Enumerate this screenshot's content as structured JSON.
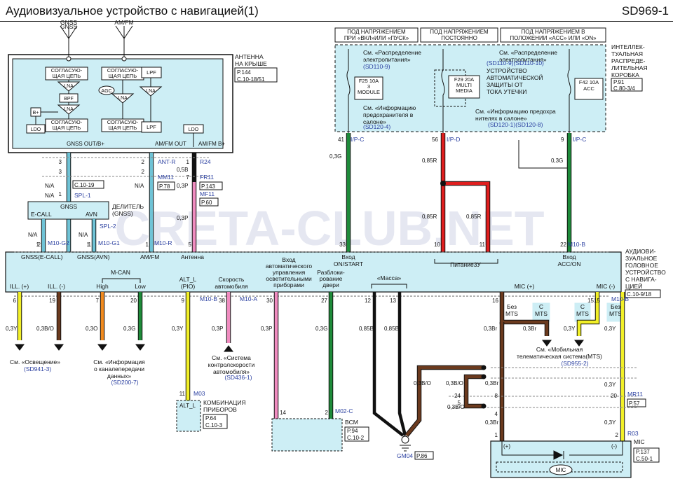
{
  "header": {
    "title": "Аудиовизуальное устройство с навигацией(1)",
    "code": "SD969-1"
  },
  "antennas": {
    "gnss": "GNSS",
    "amfm": "AM/FM"
  },
  "roof_antenna": {
    "label": [
      "АНТЕННА",
      "НА КРЫШЕ"
    ],
    "ref1": "P.144",
    "ref2": "C.10-18/51",
    "match1": [
      "СОГЛАСУЮ-",
      "ЩАЯ ЦЕПЬ"
    ],
    "lna": "LNA",
    "bpf": "BPF",
    "bplus": "B+",
    "ldo": "LDO",
    "agc": "AGC",
    "lpf": "LPF",
    "out_gnss": "GNSS OUT/B+",
    "out_amfm": "AM/FM OUT",
    "out_amfmb": "AM/FM B+"
  },
  "fuse_box": {
    "label": [
      "ИНТЕЛЛЕК-",
      "ТУАЛЬНАЯ",
      "РАСПРЕДЕ-",
      "ЛИТЕЛЬНАЯ",
      "КОРОБКА"
    ],
    "ref1": "P.91",
    "ref2": "C.80-3/4",
    "hdr1": [
      "ПОД НАПРЯЖЕНИЕМ",
      "ПРИ «ВКЛ»ИЛИ «ПУСК»"
    ],
    "hdr2": [
      "ПОД НАПРЯЖЕНИЕМ",
      "ПОСТОЯННО"
    ],
    "hdr3": [
      "ПОД НАПРЯЖЕНИЕМ В",
      "ПОЛОЖЕНИИ «ACC» ИЛИ «ON»"
    ],
    "see1": [
      "См. «Распределение",
      "электропитания»"
    ],
    "see1ref": "(SD110-9)",
    "see2": [
      "См. «Распределение",
      "электропитания»"
    ],
    "see2ref": "(SD110-9)(SD110-10)",
    "see3": [
      "См. «Информацию",
      "предохранителя в",
      "салоне»"
    ],
    "see3ref": "(SD120-4)",
    "see4": [
      "См. «Информацию предохра",
      "нителях в салоне»"
    ],
    "see4ref": "(SD120-1)(SD120-8)",
    "leak": [
      "УСТРОЙСТВО",
      "АВТОМАТИЧЕСКОЙ",
      "ЗАЩИТЫ ОТ",
      "ТОКА УТЕЧКИ"
    ],
    "f25": [
      "F25 10A",
      "3",
      "MODULE"
    ],
    "f29": [
      "F29 20A",
      "MULTI",
      "MEDIA"
    ],
    "f42": [
      "F42 10A",
      "ACC"
    ],
    "p41": "41",
    "ipc": "I/P-C",
    "p56": "56",
    "ipd": "I/P-D",
    "p9": "9"
  },
  "wires": {
    "g03": "0,3G",
    "r085": "0,85R",
    "w05": "0,5B",
    "p03": "0,3P",
    "y03": "0,3Y",
    "o03": "0,3O",
    "bo03": "0,3B/O",
    "b085": "0,85B",
    "br03": "0,3Br",
    "na": "N/A"
  },
  "connectors": {
    "antr": "ANT-R",
    "mm11": "MM11",
    "p78": "P.78",
    "r24": "R24",
    "fr11": "FR11",
    "p143": "P.143",
    "mf11": "MF11",
    "p60": "P.60",
    "c1019": "C.10-19",
    "spl1": "SPL-1",
    "spl2": "SPL-2",
    "m10g2": "M10-G2",
    "m10g1": "M10-G1",
    "m10r": "M10-R",
    "m10b": "M10-B",
    "m10a": "M10-A",
    "m10b2": "M10-B",
    "n3": "3",
    "n2": "2",
    "n1": "1",
    "n7": "7",
    "n5": "5"
  },
  "splitter": {
    "title": "GNSS",
    "ecall": "E-CALL",
    "avn": "AVN",
    "label": [
      "ДЕЛИТЕЛЬ",
      "(GNSS)"
    ]
  },
  "head_unit": {
    "label": [
      "АУДИОВИ-",
      "ЗУАЛЬНОЕ",
      "ГОЛОВНОЕ",
      "УСТРОЙСТВО",
      "С НАВИГА-",
      "ЦИЕЙ"
    ],
    "ref": "C.10-9/18",
    "gnss_ecall": "GNSS(E-CALL)",
    "gnss_avn": "GNSS(AVN)",
    "amfm": "AM/FM",
    "antenna": "Антенна",
    "on_start": [
      "Вход",
      "ON/START"
    ],
    "power": "Питание3У",
    "acc_on": [
      "Вход",
      "ACC/ON"
    ],
    "pins_top": [
      "2",
      "1",
      "1",
      "5",
      "33",
      "10",
      "11",
      "22"
    ],
    "ill_p": "ILL. (+)",
    "ill_m": "ILL. (-)",
    "mcan": "M-CAN",
    "high": "High",
    "low": "Low",
    "alt": [
      "ALT_L",
      "(PIO)"
    ],
    "speed": [
      "Скорость",
      "автомобиля"
    ],
    "dimmer": [
      "Вход",
      "автоматического",
      "управления",
      "осветительными",
      "приборами"
    ],
    "door": [
      "Разблоки-",
      "рование",
      "двери"
    ],
    "mass": "«Масса»",
    "mic_p": "MIC (+)",
    "mic_m": "MIC (-)",
    "pins_bot": [
      "6",
      "19",
      "7",
      "20",
      "9",
      "38",
      "30",
      "27",
      "12",
      "13",
      "16",
      "15"
    ]
  },
  "refs": {
    "light": [
      "См. «Освещение»"
    ],
    "light_ref": "(SD941-3)",
    "can": [
      "См. «Информация",
      "о каналепередачи",
      "данных»"
    ],
    "can_ref": "(SD200-7)",
    "speedsys": [
      "См. «Система",
      "контролскорости",
      "автомобиля»"
    ],
    "speed_ref": "(SD436-1)",
    "mts": [
      "См. «Мобильная",
      "телематическая система(MTS)"
    ],
    "mts_ref": "(SD955-2)",
    "no_mts": [
      "Без",
      "MTS"
    ],
    "with_mts": [
      "С",
      "MTS"
    ]
  },
  "cluster": {
    "name": [
      "КОМБИНАЦИЯ",
      "ПРИБОРОВ"
    ],
    "pin": "11",
    "conn": "M03",
    "signal": "ALT_L",
    "ref1": "P.64",
    "ref2": "C.10-3"
  },
  "bcm": {
    "name": "BCM",
    "pin14": "14",
    "pin2": "2",
    "conn": "M02-C",
    "ref1": "P.94",
    "ref2": "C.10-2"
  },
  "ground": {
    "name": "GM04",
    "ref": "P.86"
  },
  "mic": {
    "name": "MIC",
    "ref1": "P.137",
    "ref2": "C.50-1",
    "plus": "(+)",
    "minus": "(-)",
    "inner": "MIC",
    "mr11": "MR11",
    "p57": "P.57",
    "r03": "R03",
    "p20": "20",
    "p8": "8",
    "p24": "24",
    "p5": "5",
    "p4": "4",
    "p1": "1",
    "p2": "2"
  },
  "watermark": "CRETA-CLUB.NET",
  "colors": {
    "green": "#1e8b3a",
    "red": "#e01e1e",
    "pink": "#f08cc0",
    "lightblue": "#6fc3d6",
    "yellow": "#f2f028",
    "orange": "#f08a1e",
    "brown": "#6b3a1e",
    "black": "#111111",
    "box": "#cdeef5"
  }
}
